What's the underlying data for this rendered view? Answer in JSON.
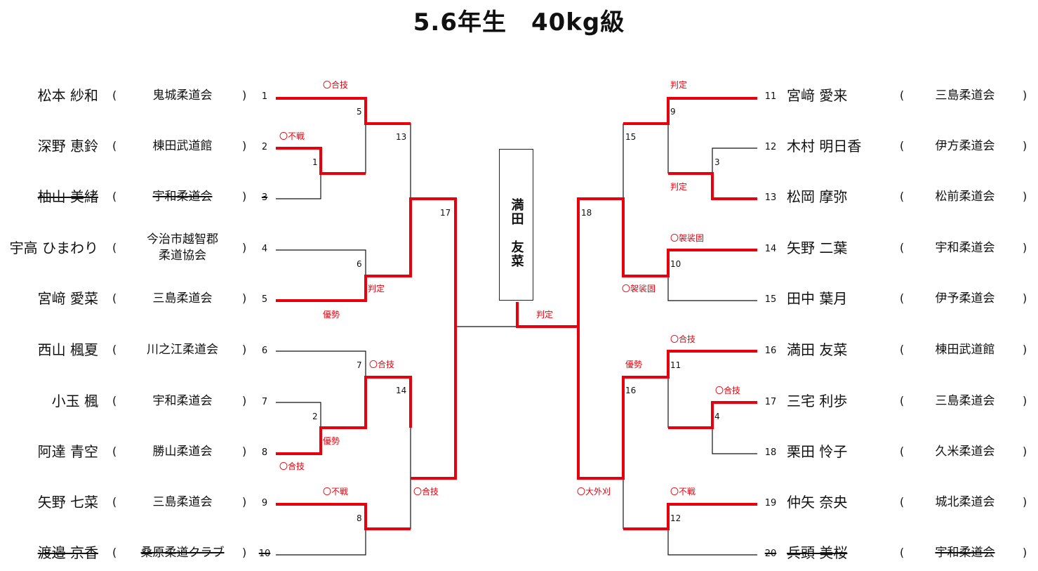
{
  "title": "5.6年生　40kg級",
  "champion": "満田　友菜",
  "left_players": [
    {
      "seed": "1",
      "name": "松本 紗和",
      "club": "鬼城柔道会",
      "withdrawn": false
    },
    {
      "seed": "2",
      "name": "深野 恵鈴",
      "club": "棟田武道館",
      "withdrawn": false
    },
    {
      "seed": "3",
      "name": "柚山 美緒",
      "club": "宇和柔道会",
      "withdrawn": true
    },
    {
      "seed": "4",
      "name": "宇高 ひまわり",
      "club_line1": "今治市越智郡",
      "club_line2": "柔道協会",
      "withdrawn": false
    },
    {
      "seed": "5",
      "name": "宮﨑 愛菜",
      "club": "三島柔道会",
      "withdrawn": false
    },
    {
      "seed": "6",
      "name": "西山 楓夏",
      "club": "川之江柔道会",
      "withdrawn": false
    },
    {
      "seed": "7",
      "name": "小玉 楓",
      "club": "宇和柔道会",
      "withdrawn": false
    },
    {
      "seed": "8",
      "name": "阿達 青空",
      "club": "勝山柔道会",
      "withdrawn": false
    },
    {
      "seed": "9",
      "name": "矢野 七菜",
      "club": "三島柔道会",
      "withdrawn": false
    },
    {
      "seed": "10",
      "name": "渡邉 京香",
      "club": "桑原柔道クラブ",
      "withdrawn": true
    }
  ],
  "right_players": [
    {
      "seed": "11",
      "name": "宮﨑 愛来",
      "club": "三島柔道会",
      "withdrawn": false
    },
    {
      "seed": "12",
      "name": "木村 明日香",
      "club": "伊方柔道会",
      "withdrawn": false
    },
    {
      "seed": "13",
      "name": "松岡 摩弥",
      "club": "松前柔道会",
      "withdrawn": false
    },
    {
      "seed": "14",
      "name": "矢野 二葉",
      "club": "宇和柔道会",
      "withdrawn": false
    },
    {
      "seed": "15",
      "name": "田中 葉月",
      "club": "伊予柔道会",
      "withdrawn": false
    },
    {
      "seed": "16",
      "name": "満田 友菜",
      "club": "棟田武道館",
      "withdrawn": false
    },
    {
      "seed": "17",
      "name": "三宅 利歩",
      "club": "三島柔道会",
      "withdrawn": false
    },
    {
      "seed": "18",
      "name": "栗田 怜子",
      "club": "久米柔道会",
      "withdrawn": false
    },
    {
      "seed": "19",
      "name": "仲矢 奈央",
      "club": "城北柔道会",
      "withdrawn": false
    },
    {
      "seed": "20",
      "name": "兵頭 美桜",
      "club": "宇和柔道会",
      "withdrawn": true
    }
  ],
  "match_numbers": [
    "1",
    "2",
    "3",
    "4",
    "5",
    "6",
    "7",
    "8",
    "9",
    "10",
    "11",
    "12",
    "13",
    "14",
    "15",
    "16",
    "17",
    "18"
  ],
  "results": {
    "r1": "〇合技",
    "r2": "〇不戦",
    "r3": "判定",
    "r4": "優勢",
    "r5": "〇合技",
    "r6": "優勢",
    "r7": "〇合技",
    "r8": "〇不戦",
    "r9": "〇合技",
    "r10": "判定",
    "r11": "判定",
    "r12": "判定",
    "r13": "〇袈裟固",
    "r14": "〇袈裟固",
    "r15": "〇合技",
    "r16": "優勢",
    "r17": "〇合技",
    "r18": "〇不戦",
    "r19": "〇大外刈"
  },
  "colors": {
    "win_line": "#e8000c",
    "line": "#111111",
    "result_text": "#e8000c"
  }
}
